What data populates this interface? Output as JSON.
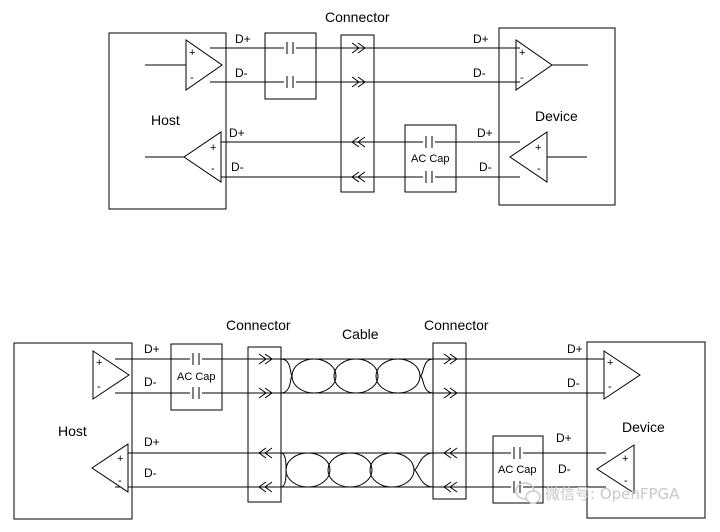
{
  "top_diagram": {
    "connector_label": "Connector",
    "host_label": "Host",
    "device_label": "Device",
    "tx_pos_label_host": "D+",
    "tx_neg_label_host": "D-",
    "tx_pos_label_device": "D+",
    "tx_neg_label_device": "D-",
    "rx_pos_label_host": "D+",
    "rx_neg_label_host": "D-",
    "rx_pos_label_device": "D+",
    "rx_neg_label_device": "D-",
    "ac_cap_label": "AC Cap",
    "amp_plus": "+",
    "amp_minus": "-"
  },
  "bottom_diagram": {
    "connector_left_label": "Connector",
    "connector_right_label": "Connector",
    "cable_label": "Cable",
    "host_label": "Host",
    "device_label": "Device",
    "tx_pos_label_host": "D+",
    "tx_neg_label_host": "D-",
    "tx_pos_label_device": "D+",
    "tx_neg_label_device": "D-",
    "rx_pos_label_host": "D+",
    "rx_neg_label_host": "D-",
    "rx_pos_label_device": "D+",
    "rx_neg_label_device": "D-",
    "ac_cap_tx_label": "AC Cap",
    "ac_cap_rx_label": "AC Cap",
    "amp_plus": "+",
    "amp_minus": "-"
  },
  "watermark": {
    "icon": "wechat-icon",
    "text": "微信号: OpenFPGA"
  }
}
